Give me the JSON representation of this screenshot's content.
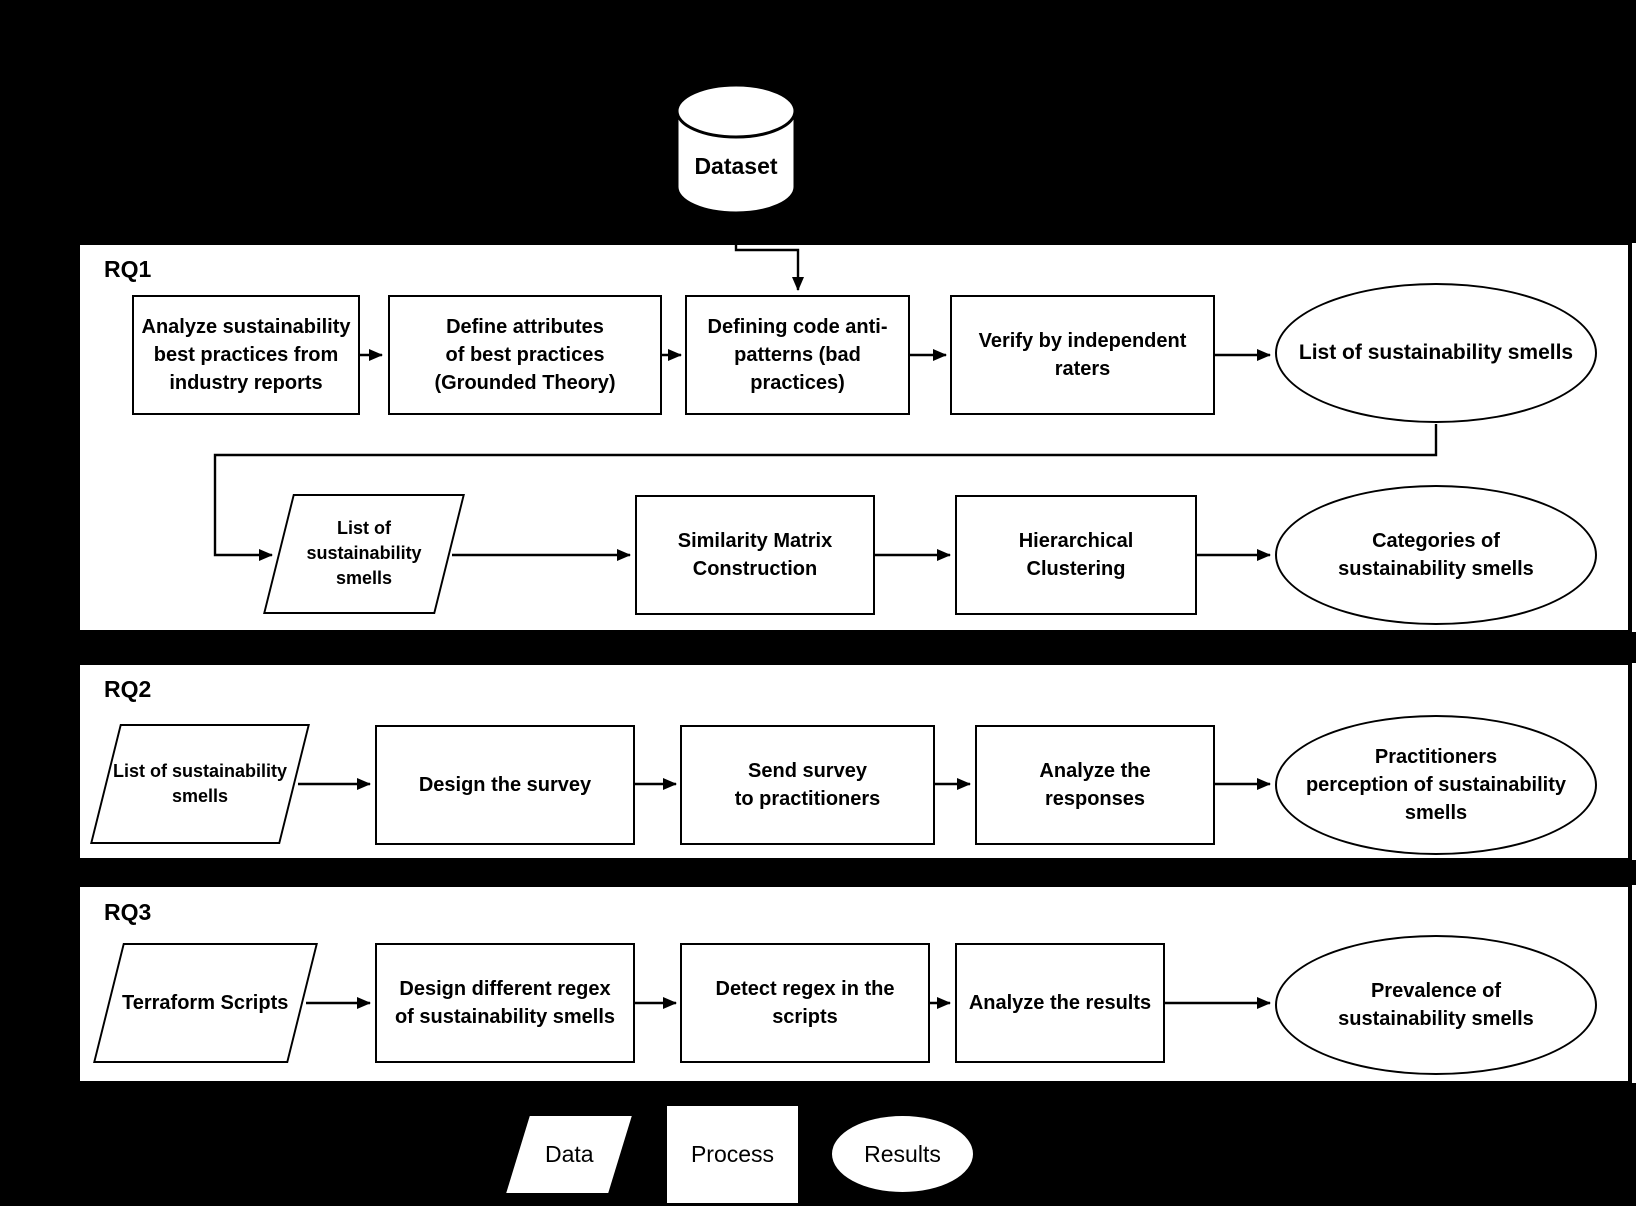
{
  "colors": {
    "background": "#000000",
    "panel_fill": "#ffffff",
    "node_fill": "#ffffff",
    "stroke": "#000000",
    "text": "#000000"
  },
  "dataset": {
    "label": "Dataset"
  },
  "sections": [
    {
      "label": "RQ1",
      "nodes": [
        {
          "type": "process",
          "label": "Analyze sustainability\nbest practices from\nindustry reports"
        },
        {
          "type": "process",
          "label": "Define attributes\nof best practices\n(Grounded Theory)"
        },
        {
          "type": "process",
          "label": "Defining code anti-\npatterns (bad\npractices)"
        },
        {
          "type": "process",
          "label": "Verify by independent\nraters"
        },
        {
          "type": "results",
          "label": "List of sustainability smells"
        },
        {
          "type": "data",
          "label": "List of sustainability\nsmells"
        },
        {
          "type": "process",
          "label": "Similarity Matrix\nConstruction"
        },
        {
          "type": "process",
          "label": "Hierarchical\nClustering"
        },
        {
          "type": "results",
          "label": "Categories of\nsustainability smells"
        }
      ]
    },
    {
      "label": "RQ2",
      "nodes": [
        {
          "type": "data",
          "label": "List of sustainability\nsmells"
        },
        {
          "type": "process",
          "label": "Design the survey"
        },
        {
          "type": "process",
          "label": "Send survey\nto practitioners"
        },
        {
          "type": "process",
          "label": "Analyze the\nresponses"
        },
        {
          "type": "results",
          "label": "Practitioners\nperception of sustainability\nsmells"
        }
      ]
    },
    {
      "label": "RQ3",
      "nodes": [
        {
          "type": "data",
          "label": "Terraform Scripts"
        },
        {
          "type": "process",
          "label": "Design different regex\nof sustainability smells"
        },
        {
          "type": "process",
          "label": "Detect regex in the\nscripts"
        },
        {
          "type": "process",
          "label": "Analyze the results"
        },
        {
          "type": "results",
          "label": "Prevalence of\nsustainability smells"
        }
      ]
    }
  ],
  "legend": [
    {
      "shape": "data",
      "label": "Data"
    },
    {
      "shape": "process",
      "label": "Process"
    },
    {
      "shape": "results",
      "label": "Results"
    }
  ]
}
